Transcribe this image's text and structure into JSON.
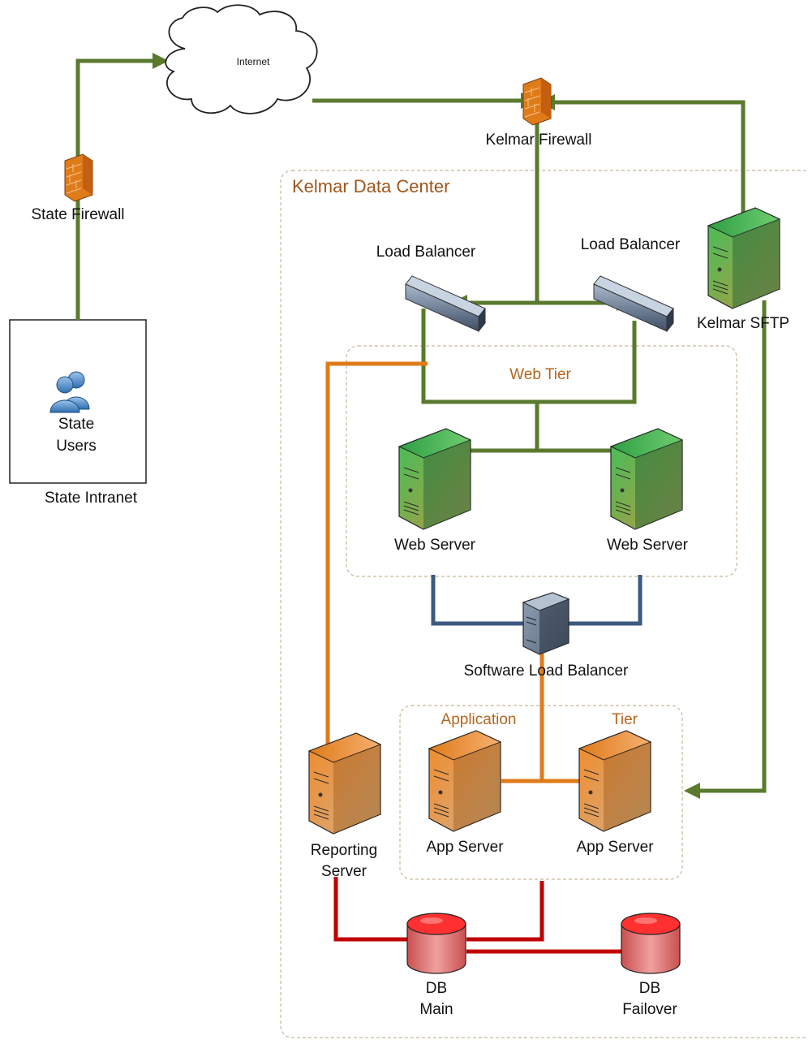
{
  "internet": {
    "label": "Internet"
  },
  "state_firewall": {
    "label": "State Firewall"
  },
  "state_users": {
    "line1": "State",
    "line2": "Users"
  },
  "state_intranet": {
    "label": "State Intranet"
  },
  "kelmar_firewall": {
    "label": "Kelmar Firewall"
  },
  "data_center": {
    "label": "Kelmar Data Center"
  },
  "load_balancer_left": {
    "label": "Load Balancer"
  },
  "load_balancer_right": {
    "label": "Load Balancer"
  },
  "kelmar_sftp": {
    "label": "Kelmar SFTP"
  },
  "web_tier": {
    "label": "Web Tier"
  },
  "web_server_left": {
    "label": "Web Server"
  },
  "web_server_right": {
    "label": "Web Server"
  },
  "software_load_balancer": {
    "label": "Software Load Balancer"
  },
  "app_tier": {
    "label_left": "Application",
    "label_right": "Tier"
  },
  "app_server_left": {
    "label": "App Server"
  },
  "app_server_right": {
    "label": "App Server"
  },
  "reporting_server": {
    "line1": "Reporting",
    "line2": "Server"
  },
  "db_main": {
    "line1": "DB",
    "line2": "Main"
  },
  "db_failover": {
    "line1": "DB",
    "line2": "Failover"
  },
  "colors": {
    "green_link": "#5a7a2e",
    "orange_link": "#e07b1a",
    "blue_link": "#3d5a80",
    "red_link": "#c00000",
    "zone_border": "#c8b89a"
  }
}
